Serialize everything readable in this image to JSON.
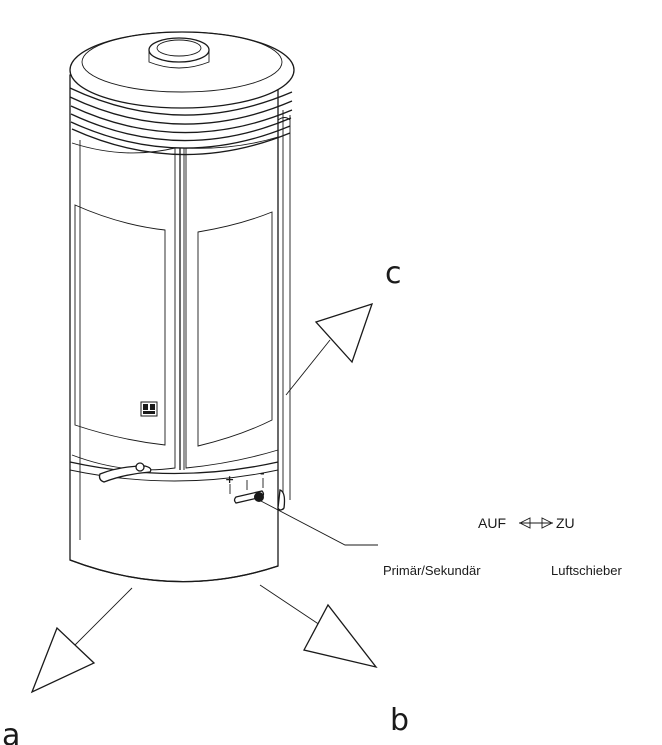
{
  "labels": {
    "a": "a",
    "b": "b",
    "c": "c"
  },
  "air_control": {
    "open": "AUF",
    "closed": "ZU",
    "primary_secondary": "Primär/Sekundär",
    "air_slider": "Luftschieber",
    "plus": "+",
    "minus": "-"
  }
}
